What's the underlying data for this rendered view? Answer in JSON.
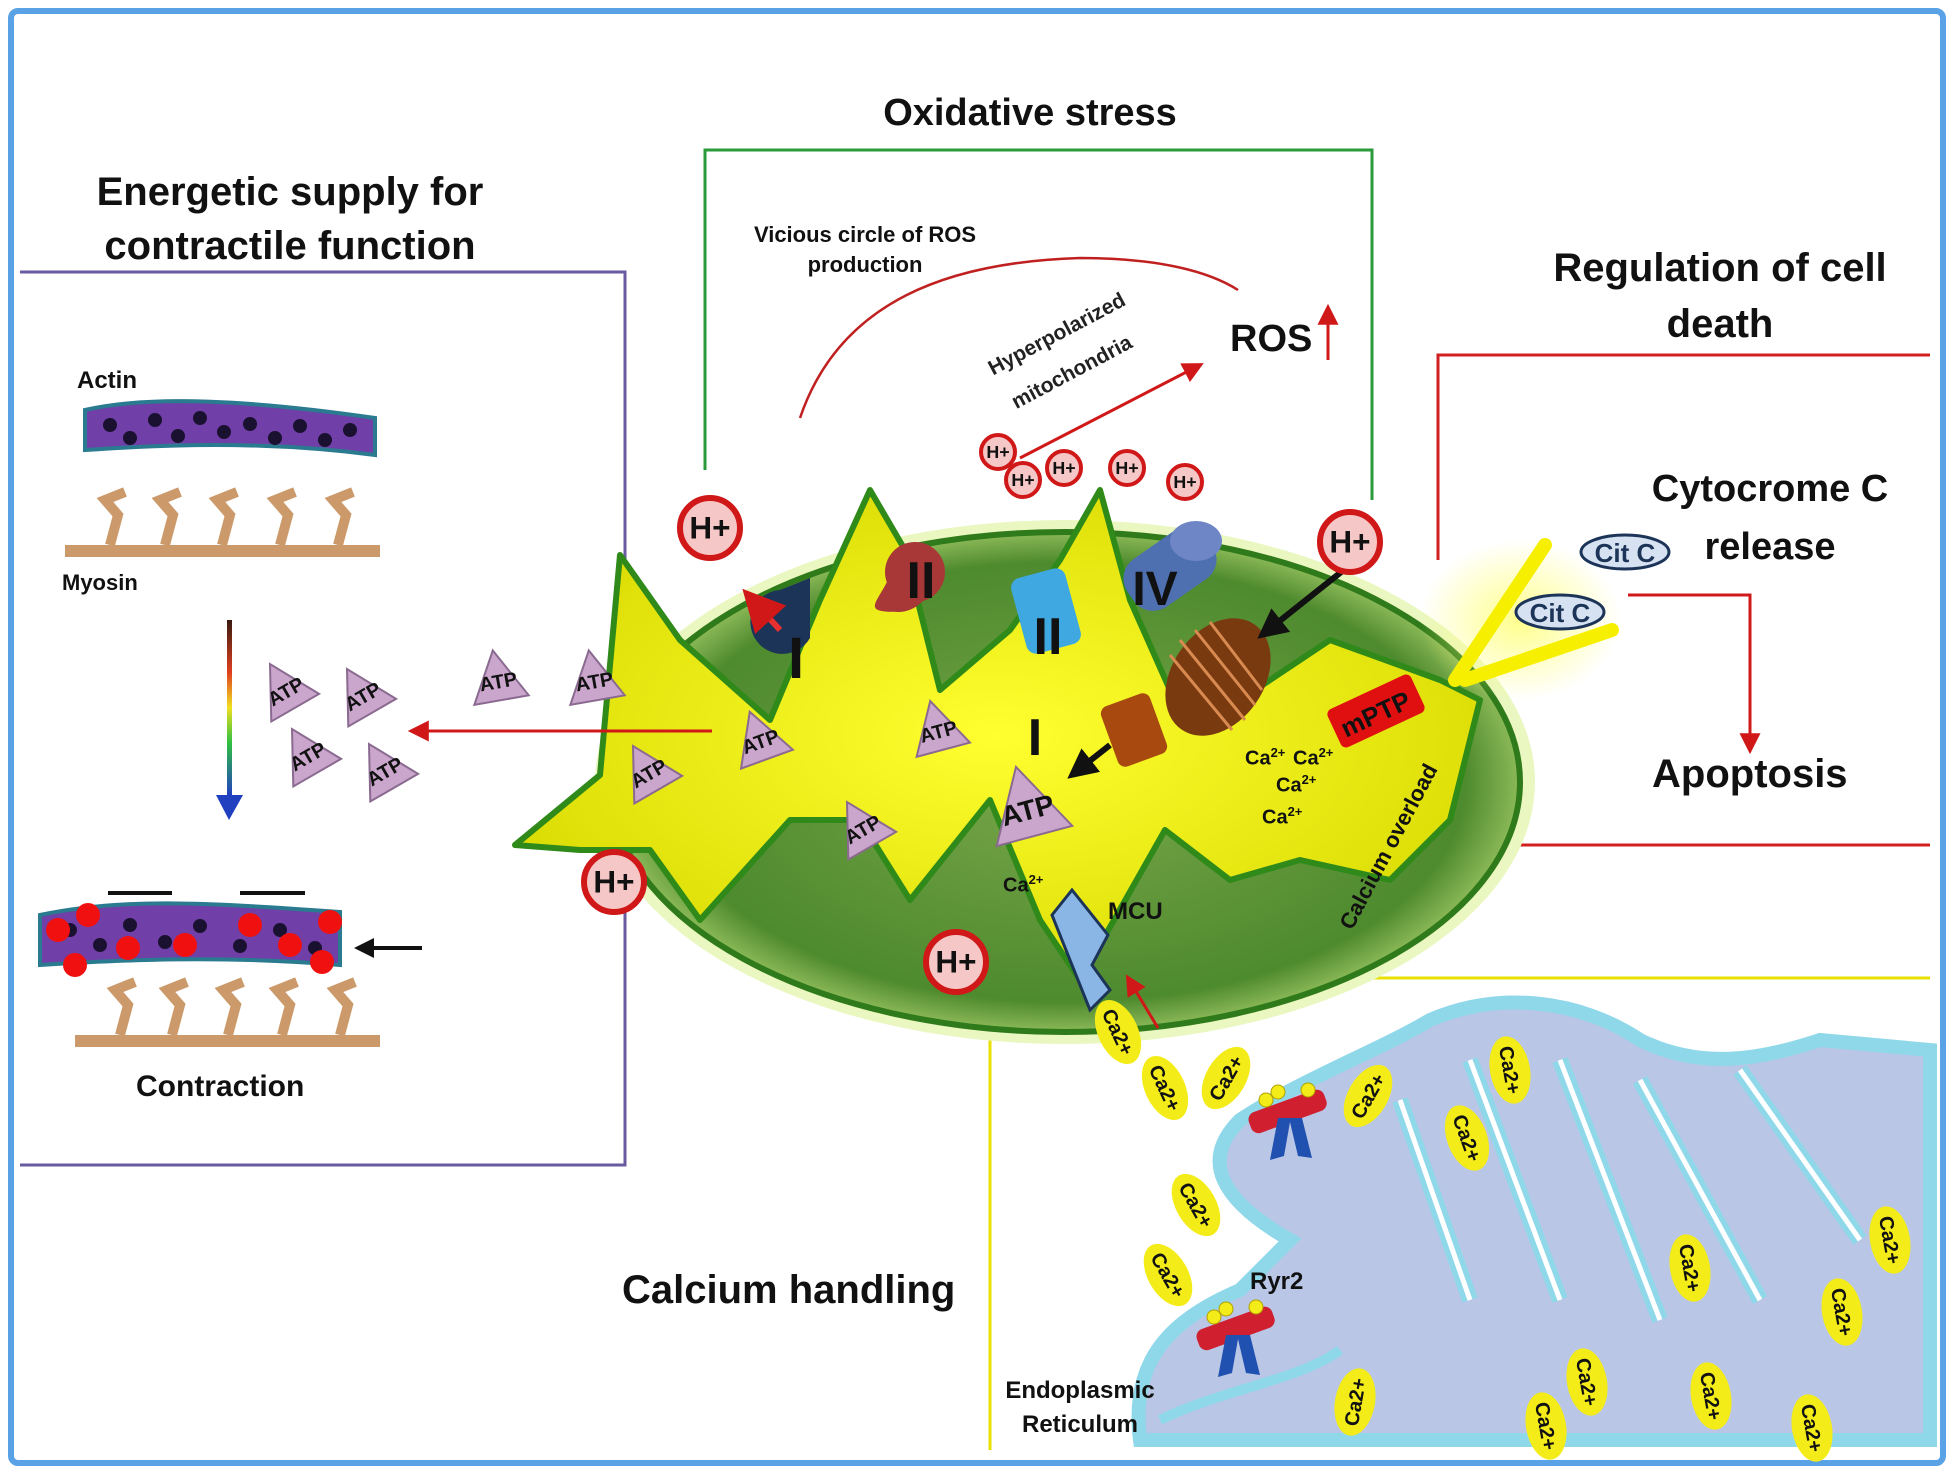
{
  "sections": {
    "energetic": "Energetic supply for contractile function",
    "energetic_line1": "Energetic supply for",
    "energetic_line2": "contractile function",
    "oxidative": "Oxidative stress",
    "cell_death_line1": "Regulation of cell",
    "cell_death_line2": "death",
    "calcium": "Calcium handling"
  },
  "contractile": {
    "actin": "Actin",
    "myosin": "Myosin",
    "contraction": "Contraction"
  },
  "oxidative": {
    "vicious_line1": "Vicious circle of ROS",
    "vicious_line2": "production",
    "hyper_line1": "Hyperpolarized",
    "hyper_line2": "mitochondria",
    "ros": "ROS"
  },
  "mito": {
    "proton": "H+",
    "atp": "ATP",
    "complex_I": "I",
    "complex_II": "II",
    "complex_III": "II",
    "complex_IV": "IV",
    "complex_V": "I",
    "mptp": "mPTP",
    "mcu": "MCU",
    "calcium_overload": "Calcium overload",
    "ca_ion": "Ca",
    "ca_charge": "2+"
  },
  "death": {
    "cyt_line1": "Cytocrome C",
    "cyt_line2": "release",
    "cit_c": "Cit C",
    "apoptosis": "Apoptosis"
  },
  "er": {
    "ryr2": "Ryr2",
    "er_line1": "Endoplasmic",
    "er_line2": "Reticulum",
    "ca2": "Ca2+"
  },
  "colors": {
    "frame": "#5aa2e6",
    "mito_outer": "#4c8f2c",
    "matrix": "#f2f000",
    "proton_fill": "#f6c7c7",
    "proton_ring": "#d01818",
    "atp_fill": "#caa6cc",
    "ca_fill": "#f4ec18",
    "er_fill": "#b9c6e6",
    "er_edge": "#8fd8ea",
    "box_purple": "#6a5aa0",
    "box_green": "#2a9a3a",
    "box_red": "#d02020",
    "box_yellow": "#e8e000"
  }
}
